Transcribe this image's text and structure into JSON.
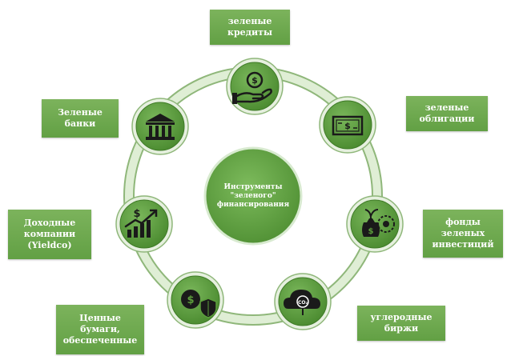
{
  "center": {
    "title": "Инструменты\n\"зеленого\"\nфинансирования"
  },
  "colors": {
    "ring": "#d4e6c8",
    "ring_edge": "#8fb77a",
    "node_fill": "#5c9e3c",
    "node_edge": "#3e7a26",
    "node_rim": "#e6f0df",
    "icon": "#1a1a1a",
    "label_bg": "#6aa84f"
  },
  "nodes": [
    {
      "id": "green-loans",
      "label": "зеленые\nкредиты",
      "icon": "hand-coin-icon"
    },
    {
      "id": "green-bonds",
      "label": "зеленые\nоблигации",
      "icon": "banknote-icon"
    },
    {
      "id": "green-funds",
      "label": "фонды\nзеленых\nинвестиций",
      "icon": "money-bag-sprout-icon"
    },
    {
      "id": "carbon-exchanges",
      "label": "углеродные\nбиржи",
      "icon": "cloud-co2-icon"
    },
    {
      "id": "secured-securities",
      "label": "Ценные\nбумаги,\nобеспеченные",
      "icon": "coin-shield-icon"
    },
    {
      "id": "yieldcos",
      "label": "Доходные\nкомпании\n(Yieldco)",
      "icon": "growth-chart-icon"
    },
    {
      "id": "green-banks",
      "label": "Зеленые\nбанки",
      "icon": "bank-building-icon"
    }
  ]
}
